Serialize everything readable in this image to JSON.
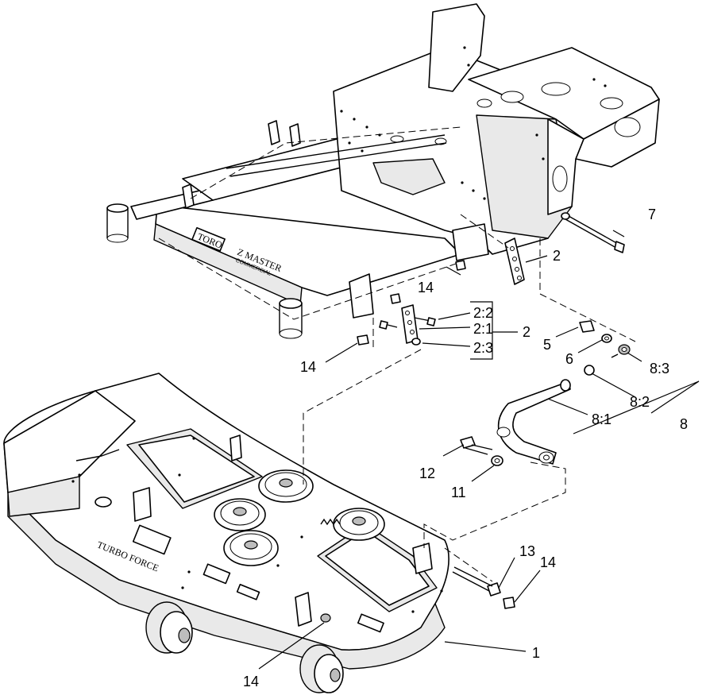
{
  "callouts": {
    "c1": "1",
    "c2_link_upper": "2",
    "c2_link_lower": "2",
    "c2_2": "2:2",
    "c2_1": "2:1",
    "c2_3": "2:3",
    "c5": "5",
    "c6": "6",
    "c7": "7",
    "c8": "8",
    "c8_1": "8:1",
    "c8_2": "8:2",
    "c8_3": "8:3",
    "c11": "11",
    "c12": "12",
    "c13": "13",
    "c14_a": "14",
    "c14_b": "14",
    "c14_c": "14",
    "c14_d": "14"
  },
  "decals": {
    "frame_brand": "TORO",
    "frame_model": "Z MASTER",
    "frame_sub": "COMMERCIAL",
    "deck_brand": "TURBO FORCE"
  },
  "colors": {
    "line": "#000000",
    "background": "#ffffff",
    "shade": "#e9e9e9"
  }
}
